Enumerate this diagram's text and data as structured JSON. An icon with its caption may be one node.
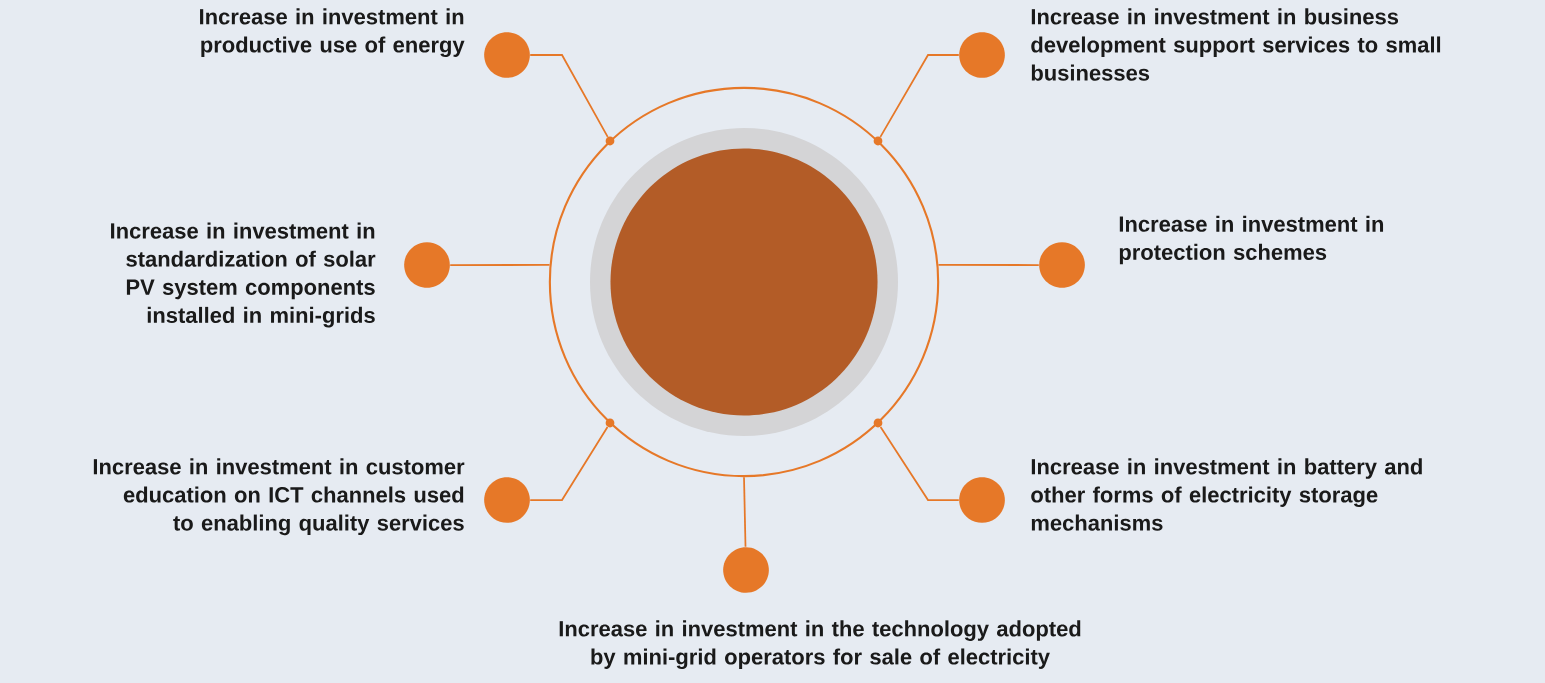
{
  "diagram": {
    "nodes": [
      {
        "text": [],
        "shape": "circle"
      },
      {
        "text": [],
        "shape": "circle",
        "in": 0
      },
      {
        "text": [],
        "shape": "circle",
        "beside": [
          "Increase in investment in productive use of energy"
        ]
      },
      {
        "text": [],
        "shape": "circle",
        "beside": [
          "Increase in investment in business development support services to small businesses"
        ]
      },
      {
        "text": [],
        "shape": "circle",
        "beside": [
          "Increase in investment in standardization of solar PV system components installed in mini-grids"
        ]
      },
      {
        "text": [],
        "shape": "circle",
        "beside": [
          "Increase in investment in protection schemes"
        ]
      },
      {
        "text": [],
        "shape": "circle",
        "beside": [
          "Increase in investment in customer education on ICT channels used to enabling quality services"
        ]
      },
      {
        "text": [],
        "shape": "circle",
        "beside": [
          "Increase in investment in battery and other forms of electricity storage mechanisms"
        ]
      },
      {
        "text": [],
        "shape": "circle",
        "beside": [
          "Increase in investment in the technology adopted by mini-grid operators for sale of electricity"
        ]
      },
      {
        "text": [],
        "shape": "circle"
      },
      {
        "text": [],
        "shape": "circle"
      },
      {
        "text": [],
        "shape": "circle"
      },
      {
        "text": [],
        "shape": "circle"
      }
    ],
    "edges": [
      {
        "from": 9,
        "to": 2,
        "arrow": "none"
      },
      {
        "from": 10,
        "to": 3,
        "arrow": "none"
      },
      {
        "from": 0,
        "to": 4,
        "arrow": "none"
      },
      {
        "from": 0,
        "to": 5,
        "arrow": "none"
      },
      {
        "from": 11,
        "to": 6,
        "arrow": "none"
      },
      {
        "from": 12,
        "to": 7,
        "arrow": "none"
      },
      {
        "from": 0,
        "to": 8,
        "arrow": "none"
      }
    ]
  }
}
